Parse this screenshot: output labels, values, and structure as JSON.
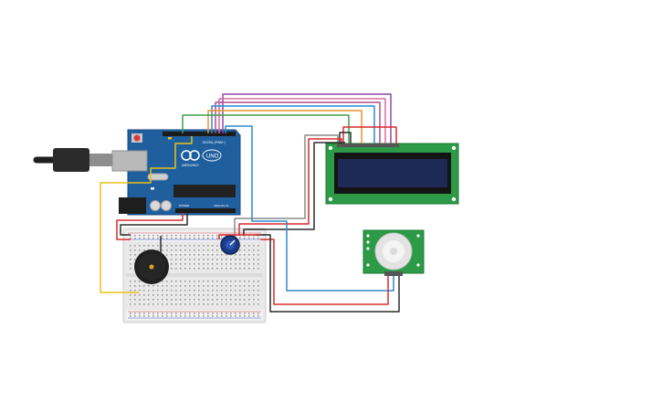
{
  "circuit": {
    "arduino": {
      "brand": "ARDUINO",
      "model": "UNO",
      "header_digital": "DIGITAL (PWM~)",
      "header_power": "POWER",
      "header_analog": "ANALOG IN",
      "color": "#1f5f9e"
    },
    "lcd": {
      "color": "#2c9a46",
      "screen_color": "#1d2a55"
    },
    "pir": {
      "color": "#2c9a46"
    },
    "breadboard": {
      "color": "#e9e9e9"
    },
    "wires": {
      "red": "#d72b2b",
      "black": "#2b2b2b",
      "yellow": "#e8c21c",
      "blue": "#2b8ad2",
      "green": "#3fa04a",
      "orange": "#e7932c",
      "purple": "#8e48a8",
      "pink": "#d86aa5",
      "gray": "#8a8a8a"
    }
  }
}
